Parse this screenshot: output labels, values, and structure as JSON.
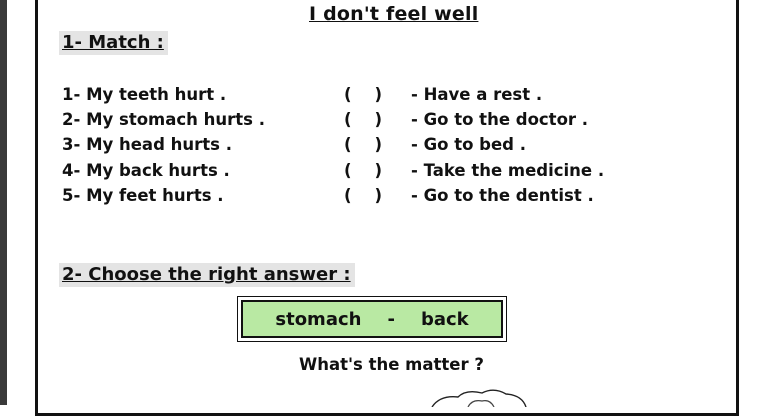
{
  "title": "I don't feel well",
  "section1": {
    "heading": "1- Match :",
    "items": [
      {
        "left": "1- My teeth hurt .",
        "brackets": "(    )",
        "right": "- Have a rest ."
      },
      {
        "left": "2- My stomach hurts .",
        "brackets": "(    )",
        "right": "- Go to the doctor ."
      },
      {
        "left": "3- My head hurts .",
        "brackets": "(    )",
        "right": "- Go to bed ."
      },
      {
        "left": "4- My back hurts .",
        "brackets": "(    )",
        "right": "- Take the medicine ."
      },
      {
        "left": "5- My feet hurts .",
        "brackets": "(    )",
        "right": "- Go to the dentist ."
      }
    ]
  },
  "section2": {
    "heading": "2- Choose the right answer :",
    "word_box": {
      "word1": "stomach",
      "separator": "-",
      "word2": "back"
    },
    "question": "What's the matter ?"
  },
  "colors": {
    "heading_bg": "#e4e4e4",
    "word_box_bg": "#b9e9a3"
  },
  "icons": {
    "bottom_illustration": "thought-cloud-icon"
  }
}
